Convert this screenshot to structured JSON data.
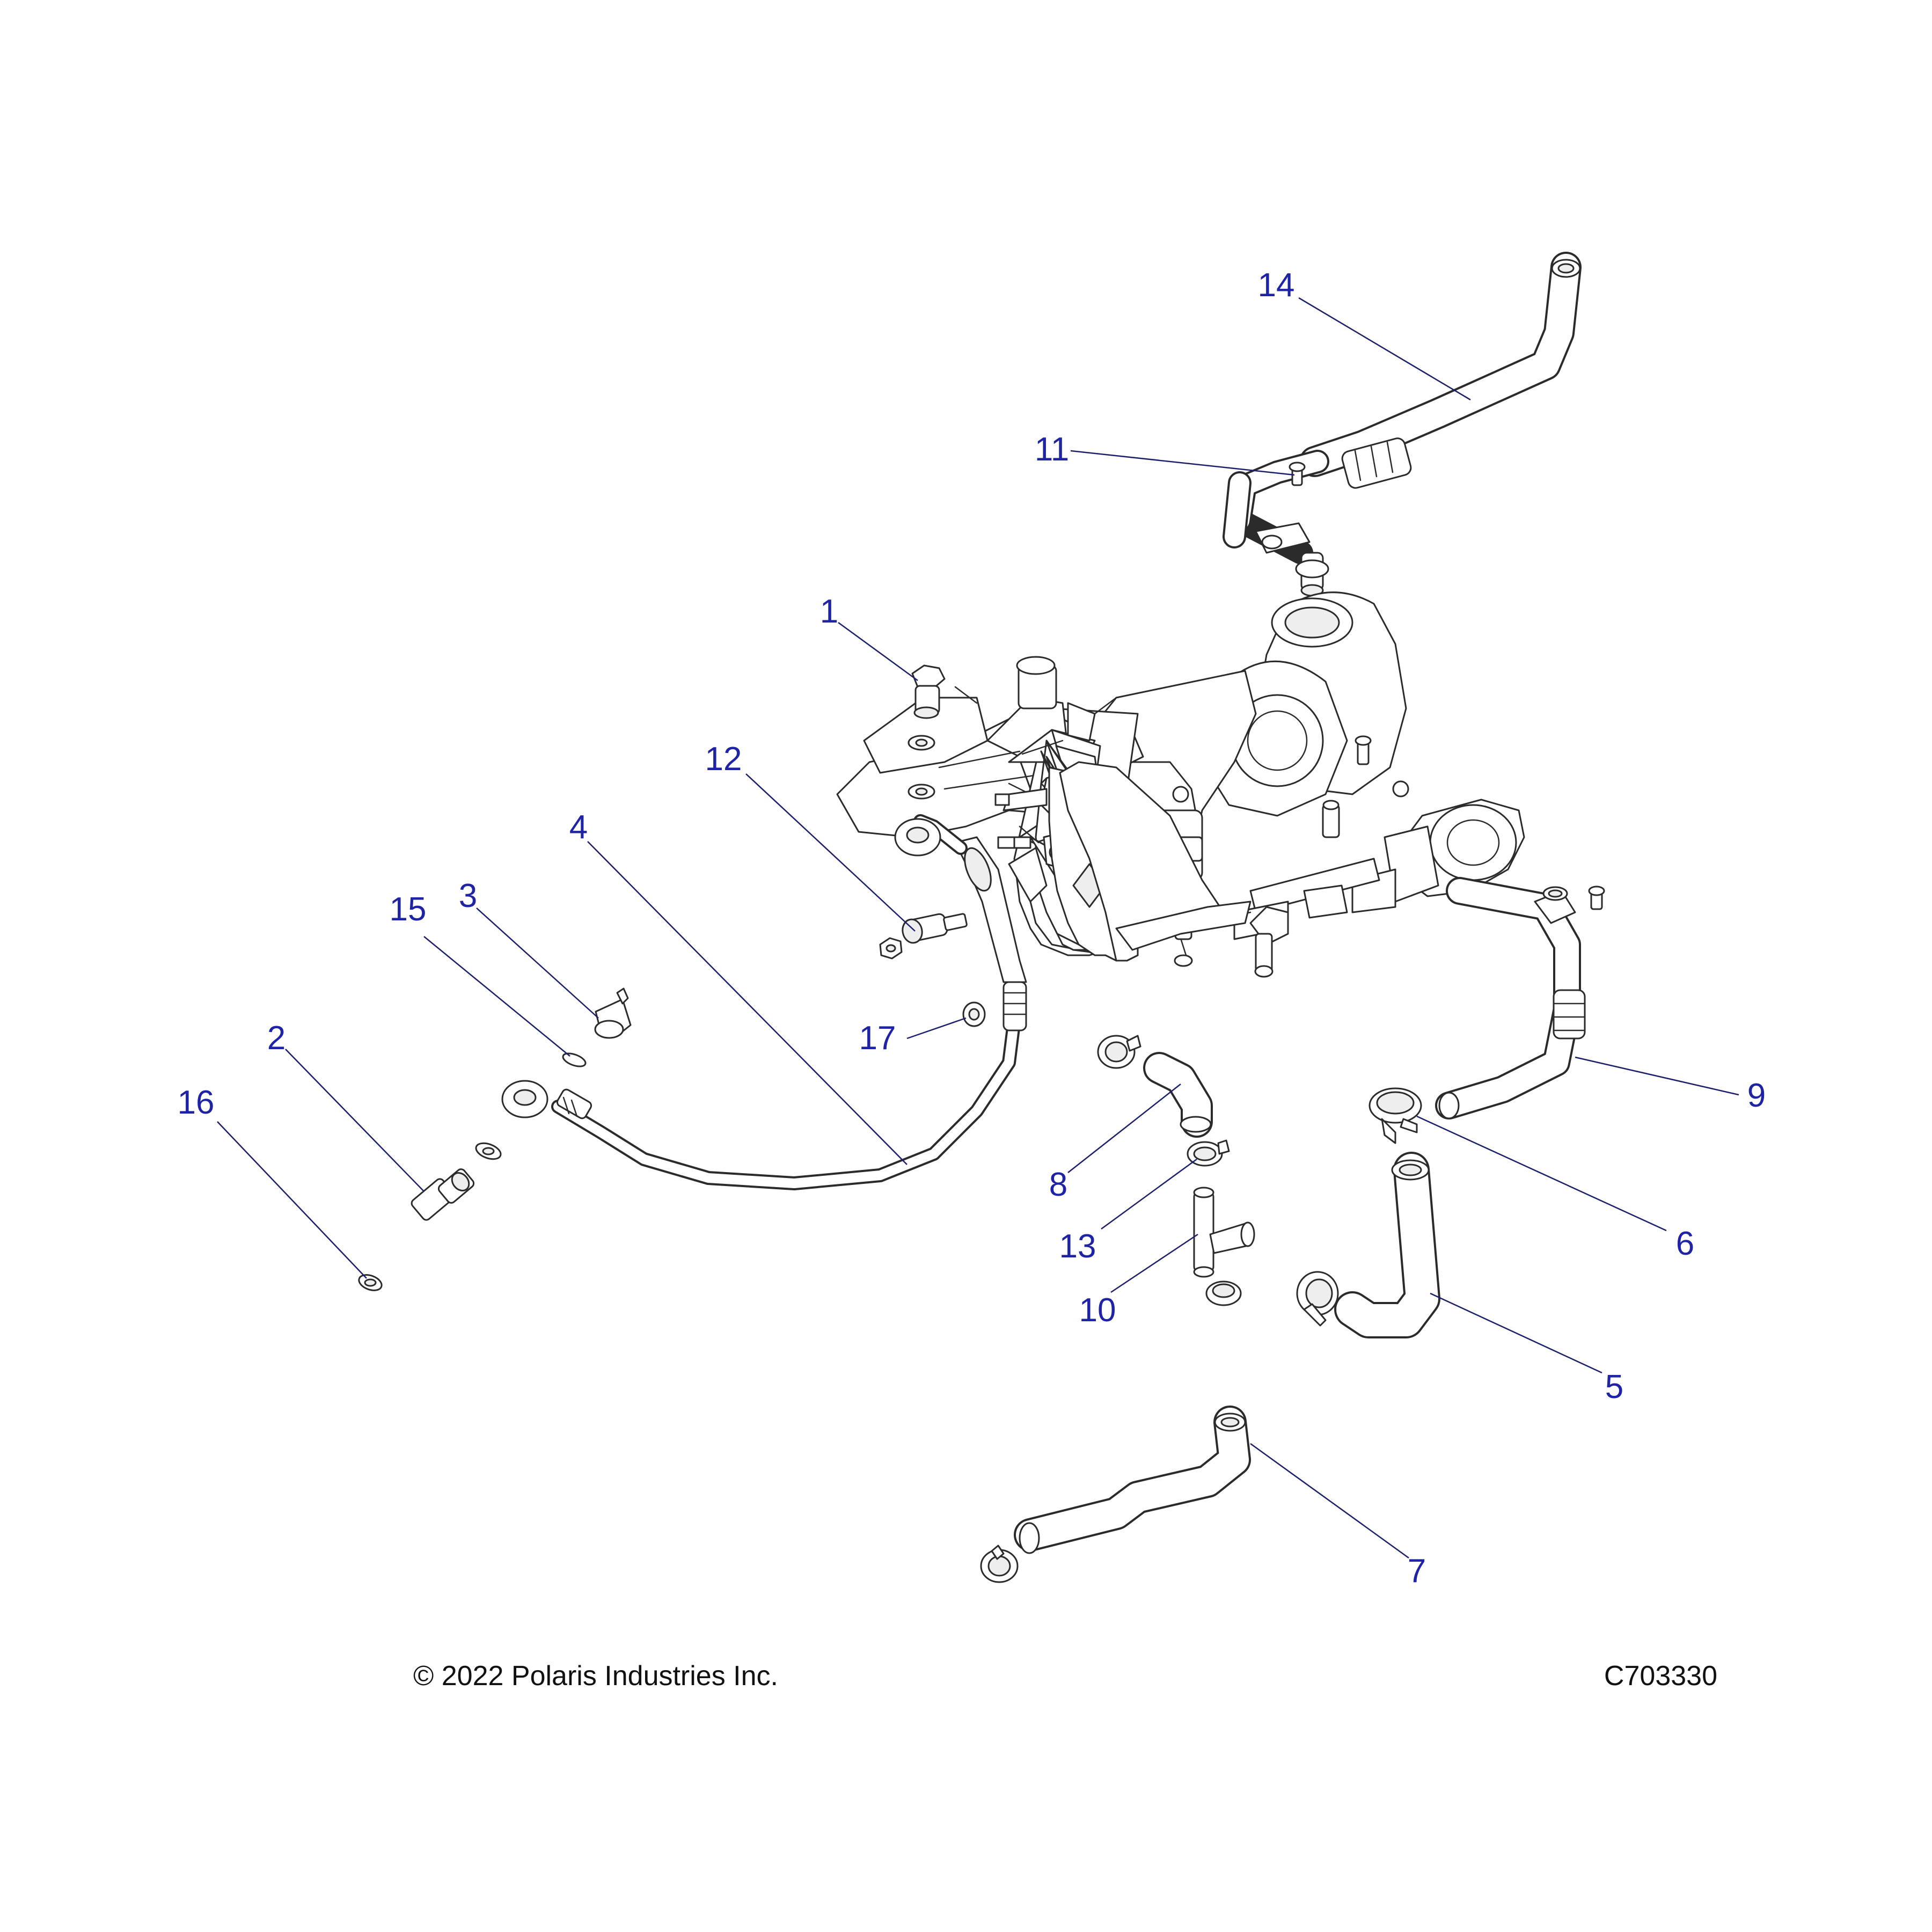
{
  "diagram": {
    "callouts": [
      "1",
      "2",
      "3",
      "4",
      "5",
      "6",
      "7",
      "8",
      "9",
      "10",
      "11",
      "12",
      "13",
      "14",
      "15",
      "16",
      "17"
    ],
    "copyright": "© 2022 Polaris Industries Inc.",
    "drawing_number": "C703330",
    "colors": {
      "callout": "#1f24a6",
      "leader": "#1c1f6b",
      "line_art": "#2b2b2b"
    }
  }
}
